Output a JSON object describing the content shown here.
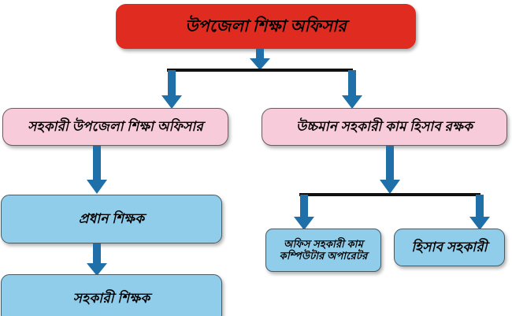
{
  "diagram": {
    "title": "উপজেলা শিক্ষা অফিসার",
    "language": "Bengali",
    "type": "organizational-hierarchy-chart",
    "background_color": "#ffffff",
    "colors": {
      "root_box": "#E02B20",
      "level2_box": "#F7CBDA",
      "leaf_box": "#8FCDEA",
      "arrow": "#1F6FA8",
      "connector_bar": "#111111",
      "text": "#000000"
    },
    "nodes": {
      "root": {
        "label": "উপজেলা শিক্ষা অফিসার",
        "level": 1,
        "color": "#E02B20"
      },
      "assistant_upazila_education_officer": {
        "label": "সহকারী উপজেলা শিক্ষা অফিসার",
        "level": 2,
        "color": "#F7CBDA"
      },
      "higher_assistant_cum_accountant": {
        "label": "উচ্চমান সহকারী কাম হিসাব রক্ষক",
        "level": 2,
        "color": "#F7CBDA"
      },
      "head_teacher": {
        "label": "প্রধান শিক্ষক",
        "level": 3,
        "color": "#8FCDEA"
      },
      "assistant_teacher": {
        "label": "সহকারী শিক্ষক",
        "level": 4,
        "color": "#8FCDEA"
      },
      "office_assistant_cum_computer_operator": {
        "label": "অফিস সহকারী কাম\nকম্পিউটার অপারেটর",
        "level": 3,
        "color": "#8FCDEA"
      },
      "accounts_assistant": {
        "label": "হিসাব সহকারী",
        "level": 3,
        "color": "#8FCDEA"
      }
    },
    "edges": [
      {
        "from": "root",
        "to": "assistant_upazila_education_officer",
        "style": "branch-arrow"
      },
      {
        "from": "root",
        "to": "higher_assistant_cum_accountant",
        "style": "branch-arrow"
      },
      {
        "from": "assistant_upazila_education_officer",
        "to": "head_teacher",
        "style": "straight-arrow"
      },
      {
        "from": "head_teacher",
        "to": "assistant_teacher",
        "style": "straight-arrow"
      },
      {
        "from": "higher_assistant_cum_accountant",
        "to": "office_assistant_cum_computer_operator",
        "style": "branch-arrow"
      },
      {
        "from": "higher_assistant_cum_accountant",
        "to": "accounts_assistant",
        "style": "branch-arrow"
      }
    ]
  }
}
